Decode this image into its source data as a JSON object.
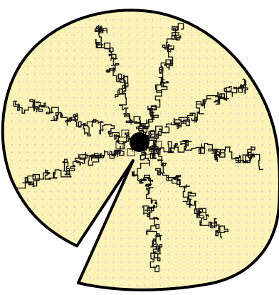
{
  "diagram": {
    "kind": "radial random-walk sketch on a sector",
    "colors": {
      "fill": "#fbf3b8",
      "dots": "#d9cfc4",
      "outline": "#000000",
      "walk": "#111111",
      "center": "#000000",
      "background": "#ffffff"
    },
    "walks": [
      {
        "direction_deg": -110
      },
      {
        "direction_deg": -70
      },
      {
        "direction_deg": -28
      },
      {
        "direction_deg": 8
      },
      {
        "direction_deg": 48
      },
      {
        "direction_deg": 82
      },
      {
        "direction_deg": 198
      },
      {
        "direction_deg": 160
      }
    ]
  }
}
